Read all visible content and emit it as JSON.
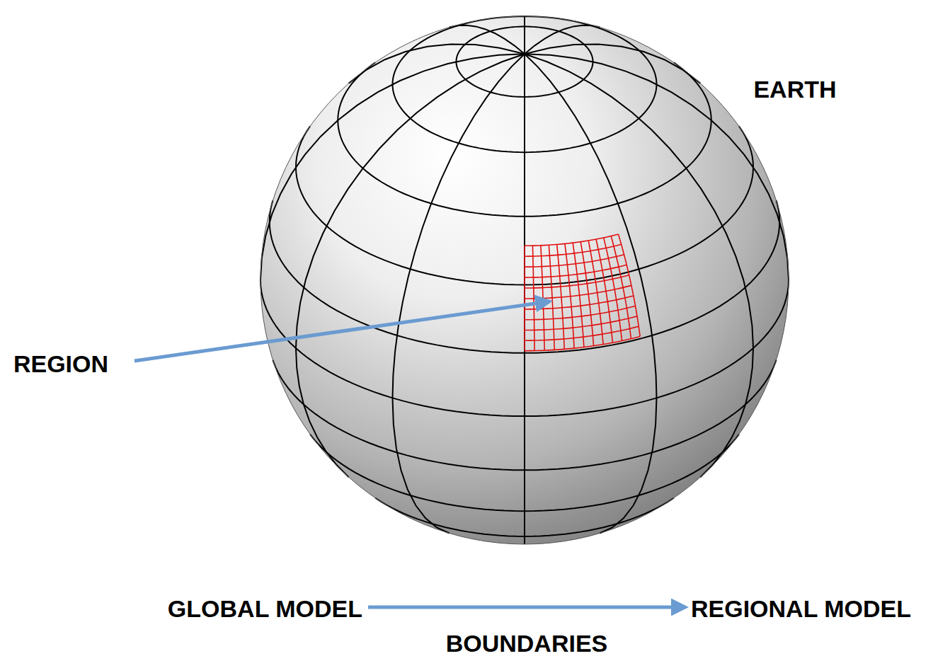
{
  "diagram": {
    "nodes": [
      {
        "text": [
          "GLOBAL MODEL"
        ]
      },
      {
        "text": [
          "REGIONAL MODEL"
        ]
      }
    ],
    "edges": [
      {
        "from": 0,
        "to": 1,
        "label": "BOUNDARIES",
        "arrow": "to"
      }
    ],
    "labels": [
      "EARTH",
      "REGION"
    ]
  }
}
